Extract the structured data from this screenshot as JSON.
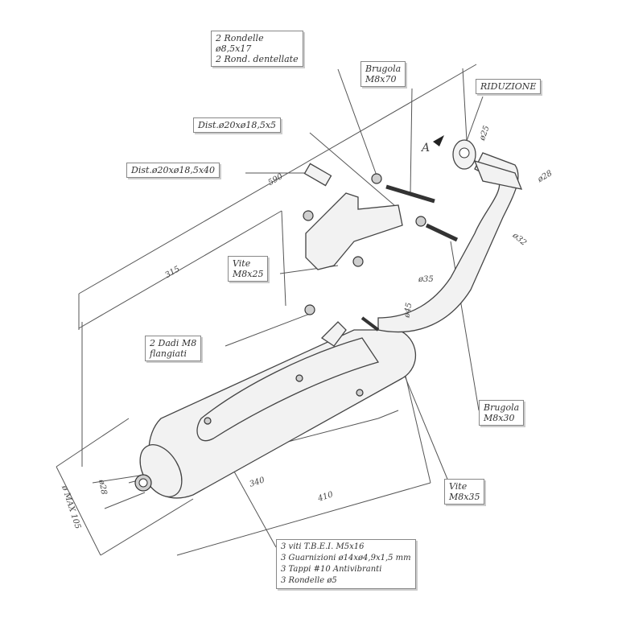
{
  "labels": {
    "rondelle": "2 Rondelle\nø8,5x17\n2 Rond. dentellate",
    "brugola_m8x70": "Brugola\nM8x70",
    "riduzione": "RIDUZIONE",
    "dist_5": "Dist.ø20xø18,5x5",
    "dist_40": "Dist.ø20xø18,5x40",
    "vite_m8x25": "Vite\nM8x25",
    "dadi": "2 Dadi M8\nflangiati",
    "brugola_m8x30": "Brugola\nM8x30",
    "vite_m8x35": "Vite\nM8x35",
    "kit": "3 viti T.B.E.I. M5x16\n3 Guarnizioni ø14xø4,9x1,5 mm\n3 Tappi #10 Antivibranti\n3 Rondelle ø5"
  },
  "dimensions": {
    "d590": "590",
    "d315": "315",
    "d340": "340",
    "d410": "410",
    "dmax": "ø MAX 105",
    "d28_out": "ø28",
    "d25": "ø25",
    "d28": "ø28",
    "d32": "ø32",
    "d35": "ø35",
    "d45": "ø45",
    "view_a": "A"
  }
}
